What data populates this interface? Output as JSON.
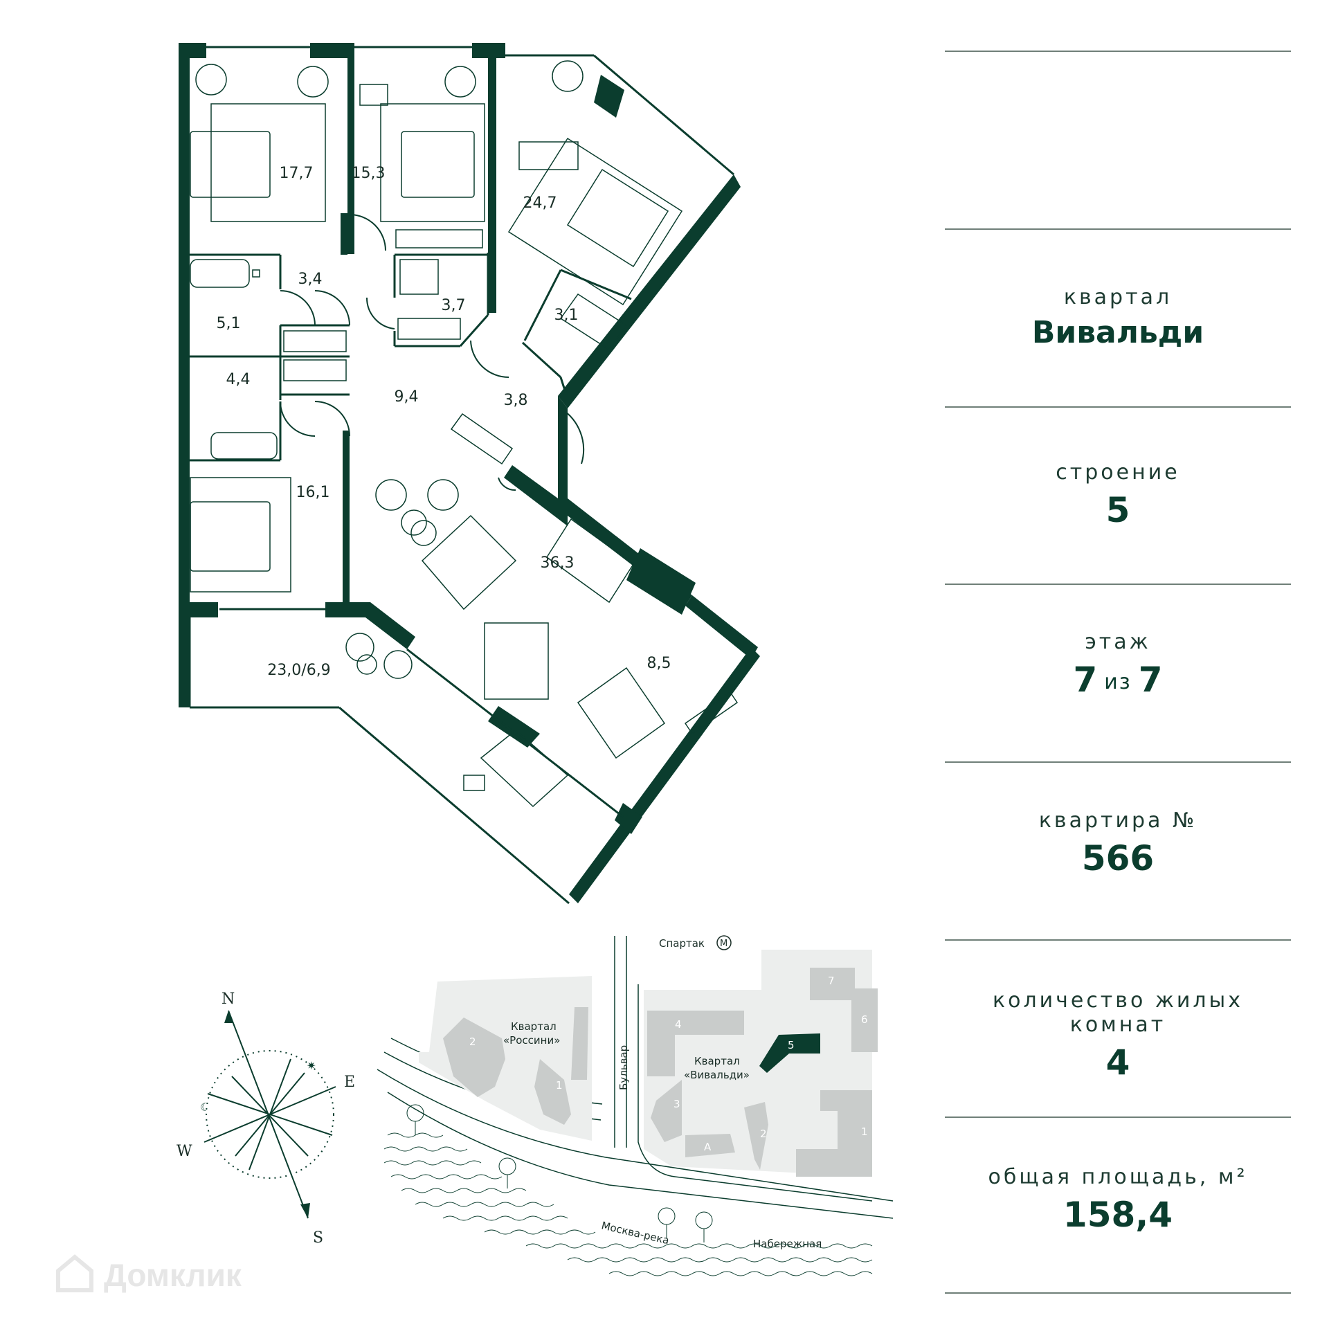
{
  "plan": {
    "rooms": [
      "17,7",
      "15,3",
      "24,7",
      "3,4",
      "5,1",
      "3,7",
      "3,1",
      "4,4",
      "9,4",
      "3,8",
      "16,1",
      "36,3",
      "23,0/6,9",
      "8,5"
    ]
  },
  "info": {
    "quarter_label": "квартал",
    "quarter_value": "Вивальди",
    "building_label": "строение",
    "building_value": "5",
    "floor_label": "этаж",
    "floor_value": "7",
    "floor_sep": "из",
    "floor_total": "7",
    "apt_label": "квартира №",
    "apt_value": "566",
    "rooms_label": "количество жилых комнат",
    "rooms_value": "4",
    "area_label": "общая площадь, м²",
    "area_value": "158,4"
  },
  "compass": {
    "n": "N",
    "e": "E",
    "s": "S",
    "w": "W"
  },
  "map": {
    "metro": "Спартак",
    "metro_icon": "М",
    "rossini": "Квартал",
    "rossini2": "«Россини»",
    "vivaldi": "Квартал",
    "vivaldi2": "«Вивальди»",
    "boulevard": "Бульвар",
    "river": "Москва-река",
    "embankment": "Набережная",
    "b_r2": "2",
    "b_r1": "1",
    "b_v1": "1",
    "b_v2": "2",
    "b_v3": "3",
    "b_v4": "4",
    "b_v5": "5",
    "b_v6": "6",
    "b_v7": "7",
    "b_va": "А"
  },
  "watermark": "Домклик",
  "colors": {
    "wall": "#0b3d2e",
    "building": "#c9cccb",
    "highlight": "#0b3d2e"
  }
}
